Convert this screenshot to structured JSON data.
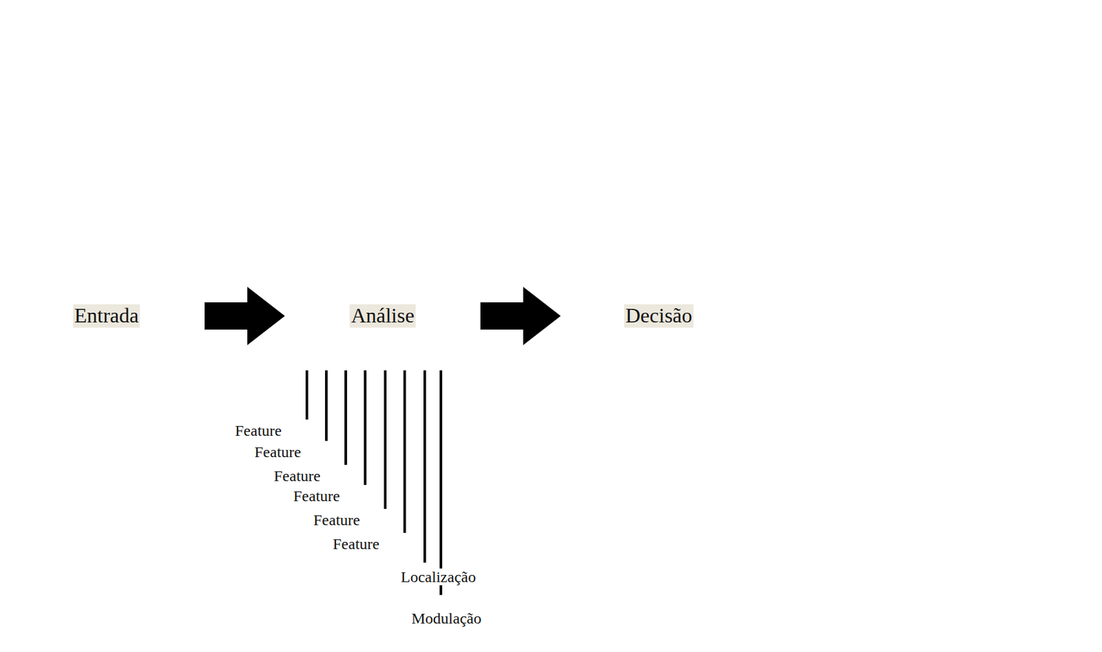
{
  "diagram": {
    "nodes": [
      {
        "text": [
          "Entrada"
        ]
      },
      {
        "text": [
          "Análise"
        ]
      },
      {
        "text": [
          "Decisão"
        ]
      },
      {
        "text": [
          "Feature"
        ]
      },
      {
        "text": [
          "Feature"
        ]
      },
      {
        "text": [
          "Feature"
        ]
      },
      {
        "text": [
          "Feature"
        ]
      },
      {
        "text": [
          "Feature"
        ]
      },
      {
        "text": [
          "Feature"
        ]
      },
      {
        "text": [
          "Localização"
        ]
      },
      {
        "text": [
          "Modulação"
        ]
      }
    ],
    "edges": [
      {
        "from": 0,
        "to": 1,
        "arrow": "to"
      },
      {
        "from": 1,
        "to": 2,
        "arrow": "to"
      },
      {
        "from": 1,
        "to": 3,
        "arrow": "none"
      },
      {
        "from": 1,
        "to": 4,
        "arrow": "none"
      },
      {
        "from": 1,
        "to": 5,
        "arrow": "none"
      },
      {
        "from": 1,
        "to": 6,
        "arrow": "none"
      },
      {
        "from": 1,
        "to": 7,
        "arrow": "none"
      },
      {
        "from": 1,
        "to": 8,
        "arrow": "none"
      },
      {
        "from": 1,
        "to": 9,
        "arrow": "none"
      },
      {
        "from": 1,
        "to": 10,
        "arrow": "none"
      }
    ]
  }
}
